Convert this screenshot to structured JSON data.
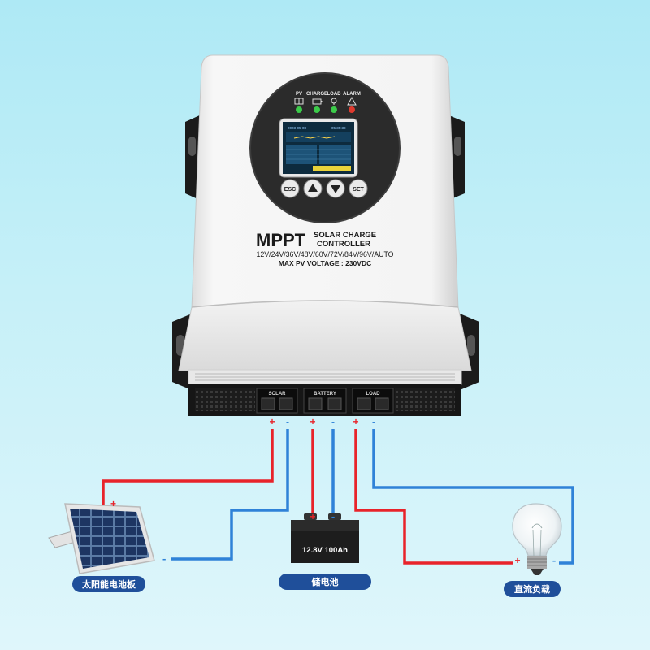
{
  "device": {
    "title": "MPPT",
    "subtitle_line1": "SOLAR CHARGE",
    "subtitle_line2": "CONTROLLER",
    "voltages": "12V/24V/36V/48V/60V/72V/84V/96V/AUTO",
    "max_pv": "MAX  PV  VOLTAGE : 230VDC",
    "indicators": [
      {
        "label": "PV",
        "color": "#3ccb4a"
      },
      {
        "label": "CHARGE",
        "color": "#3ccb4a"
      },
      {
        "label": "LOAD",
        "color": "#3ccb4a"
      },
      {
        "label": "ALARM",
        "color": "#e03a2e"
      }
    ],
    "buttons": {
      "esc": "ESC",
      "set": "SET"
    },
    "screen": {
      "date": "2023-05-08",
      "time": "05:35:38"
    },
    "terminals": [
      "SOLAR",
      "BATTERY",
      "LOAD"
    ]
  },
  "components": {
    "solar_panel": "太阳能电池板",
    "battery": "储电池",
    "battery_print": "12.8V 100Ah",
    "bulb": "直流负载"
  },
  "polarity": {
    "plus": "+",
    "minus": "-"
  },
  "colors": {
    "positive_wire": "#e8232a",
    "negative_wire": "#2f82d8",
    "label_bg": "#1f4f9a"
  }
}
